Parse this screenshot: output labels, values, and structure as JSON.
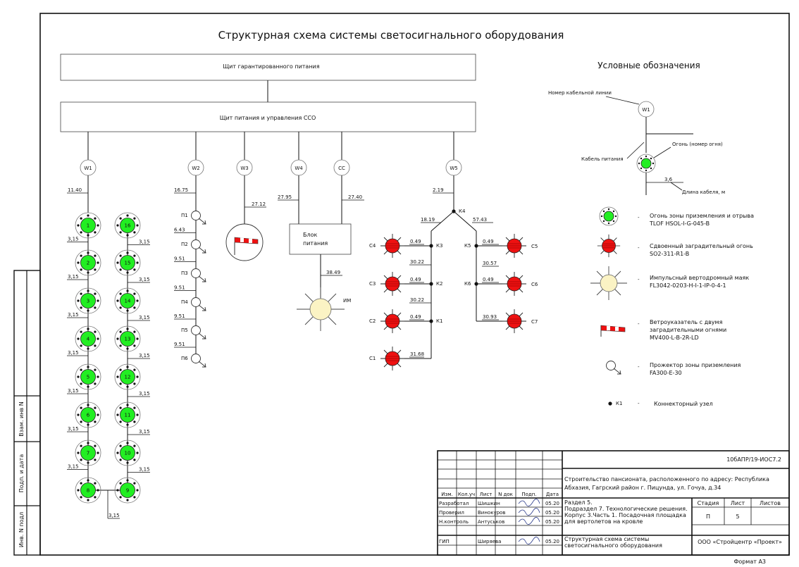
{
  "title": "Структурная схема системы светосигнального оборудования",
  "boxes": {
    "guaranteed_panel": "Щит гарантированного питания",
    "control_panel": "Щит питания и управления ССО",
    "block_line1": "Блок",
    "block_line2": "питания"
  },
  "lines": {
    "w1": "W1",
    "w2": "W2",
    "w3": "W3",
    "w4": "W4",
    "cc": "CC",
    "w5": "W5",
    "w1_len": "11.40",
    "w2_len": "16.75",
    "w3_len": "27.12",
    "w4_len": "27.95",
    "cc_len": "27.40",
    "w5_len": "2.19",
    "block_len": "38.49",
    "k4_left": "18.19",
    "k4_right": "57.43"
  },
  "touchdown_lights": [
    "1",
    "2",
    "3",
    "4",
    "5",
    "6",
    "7",
    "8",
    "9",
    "10",
    "11",
    "12",
    "13",
    "14",
    "15",
    "16"
  ],
  "touchdown_seg": "3,15",
  "floodlights": {
    "labels": [
      "П1",
      "П2",
      "П3",
      "П4",
      "П5",
      "П6"
    ],
    "lengths": [
      "6.43",
      "9.51",
      "9.51",
      "9.51",
      "9.51"
    ]
  },
  "beacon_label": "ИМ",
  "left_obstacles": {
    "labels": [
      "С4",
      "С3",
      "С2",
      "С1"
    ],
    "stubs": [
      "0.49",
      "0.49",
      "0.49",
      "31.68"
    ],
    "connectors": [
      "К3",
      "К2",
      "К1"
    ],
    "vertical": [
      "30.22",
      "30.22"
    ]
  },
  "right_obstacles": {
    "labels": [
      "С5",
      "С6",
      "С7"
    ],
    "stubs": [
      "0.49",
      "0.49",
      "30.93"
    ],
    "connectors": [
      "К5",
      "К6"
    ],
    "vertical": [
      "30.57"
    ]
  },
  "k4_label": "К4",
  "legend": {
    "title": "Условные обозначения",
    "cable_number": "Номер кабельной линии",
    "w1": "W1",
    "power_cable": "Кабель питания",
    "light_number": "Огонь (номер огня)",
    "cable_length_value": "3,6",
    "cable_length": "Длина кабеля, м",
    "items": [
      {
        "dash": "-",
        "line1": "Огонь зоны приземления и отрыва",
        "line2": "TLOF HSOL-I-G-045-B",
        "line3": ""
      },
      {
        "dash": "-",
        "line1": "Сдвоенный заградительный огонь",
        "line2": "SO2-311-R1-B",
        "line3": ""
      },
      {
        "dash": "-",
        "line1": "Импульсный вертодромный маяк",
        "line2": "FL3042-0203-H-I-1-IP-0-4-1",
        "line3": ""
      },
      {
        "dash": "-",
        "line1": "Ветроуказатель с двумя",
        "line2": "заградительными огнями",
        "line3": "MV400-L-B-2R-LD"
      },
      {
        "dash": "-",
        "line1": "Прожектор зоны приземления",
        "line2": "FA300-E-30",
        "line3": ""
      }
    ],
    "connector_label": "К1",
    "connector_dash": "-",
    "connector_text": "Коннекторный узел"
  },
  "colors": {
    "green": "#22ee22",
    "red": "#ee1111",
    "beacon": "#fbf3c4"
  },
  "side_stamp": {
    "s1": "Взам. инв N",
    "s2": "Подп. и дата",
    "s3": "Инв. N подл"
  },
  "title_block": {
    "code": "10бАПР/19-ИОС7.2",
    "project_line1": "Строительство пансионата, расположенного по адресу: Республика",
    "project_line2": "Абхазия, Гагрский район г. Пицунда, ул. Гочуа, д.34",
    "headers": [
      "Изм.",
      "Кол.уч",
      "Лист",
      "N док",
      "Подп.",
      "Дата"
    ],
    "rows": [
      {
        "role": "Разработал",
        "name": "Шишкин",
        "date": "05.20"
      },
      {
        "role": "Проверил",
        "name": "Винокуров",
        "date": "05.20"
      },
      {
        "role": "Н.контроль",
        "name": "Антуськов",
        "date": "05.20"
      },
      {
        "role": "ГИП",
        "name": "Ширяева",
        "date": "05.20"
      }
    ],
    "section_line1": "Раздел 5.",
    "section_line2": "Подраздел 7. Технологические решения.",
    "section_line3": "Корпус 3.Часть 1. Посадочная площадка",
    "section_line4": "для вертолетов на кровле",
    "stage_h": "Стадия",
    "sheet_h": "Лист",
    "sheets_h": "Листов",
    "stage": "П",
    "sheet": "5",
    "doc_line1": "Структурная схема системы",
    "doc_line2": "светосигнального оборудования",
    "company": "ООО «Стройцентр «Проект»",
    "format": "Формат А3"
  }
}
